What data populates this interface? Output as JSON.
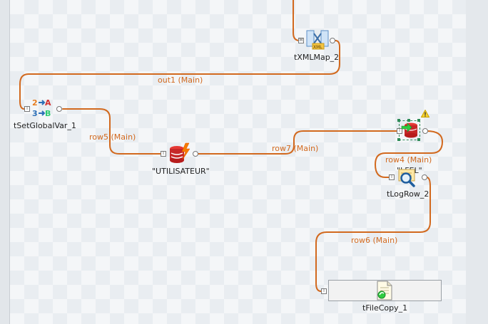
{
  "canvas": {
    "links": [
      {
        "label": "out1 (Main)"
      },
      {
        "label": "row5 (Main)"
      },
      {
        "label": "row7 (Main)"
      },
      {
        "label": "row4 (Main)"
      },
      {
        "label": "row6 (Main)"
      }
    ],
    "components": [
      {
        "name": "tXMLMap_2",
        "icon": "xml-map-icon"
      },
      {
        "name": "tSetGlobalVar_1",
        "icon": "set-global-var-icon"
      },
      {
        "name": "\"UTILISATEUR\"",
        "icon": "database-output-icon"
      },
      {
        "name": "tLogRow_2",
        "icon": "log-row-icon"
      },
      {
        "name": "tFileCopy_1",
        "icon": "file-copy-icon"
      },
      {
        "name": "\"LFEL\"",
        "icon": "database-input-icon"
      }
    ],
    "warning_icon": "warning-icon"
  },
  "colors": {
    "link": "#d2691e",
    "canvas_bg": "#f4f6f8",
    "selection": "#2e8b57"
  }
}
